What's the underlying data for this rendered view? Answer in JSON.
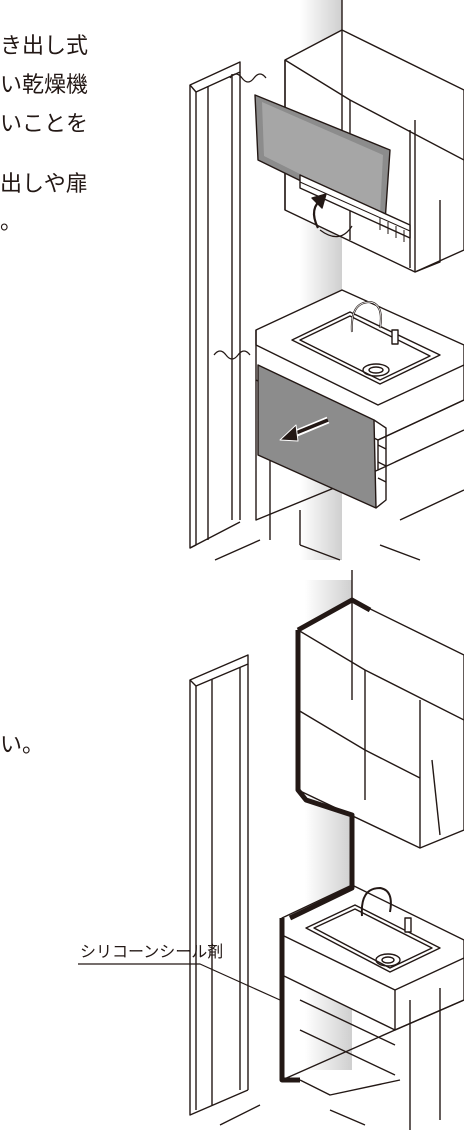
{
  "text": {
    "line1": "き出し式",
    "line2": "い乾燥機",
    "line3": "いことを",
    "line4": "出しや扉",
    "line5": "。",
    "line6": "い。"
  },
  "callout": {
    "label": "シリコーンシール剤"
  }
}
